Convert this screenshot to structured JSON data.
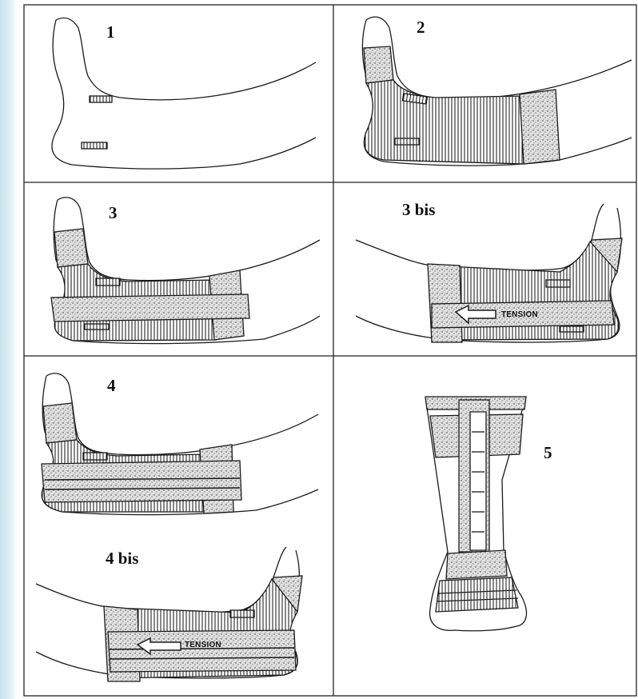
{
  "panels": [
    {
      "id": "p1",
      "label": "1"
    },
    {
      "id": "p2",
      "label": "2"
    },
    {
      "id": "p3",
      "label": "3"
    },
    {
      "id": "p3bis",
      "label": "3 bis",
      "annotation": "TENSION"
    },
    {
      "id": "p4",
      "label": "4"
    },
    {
      "id": "p4bis",
      "label": "4 bis",
      "annotation": "TENSION"
    },
    {
      "id": "p5",
      "label": "5"
    }
  ],
  "colors": {
    "border": "#222222",
    "stroke": "#1a1a1a",
    "tape": "#cfcfcf",
    "side_gradient": "#c9e2ec"
  }
}
